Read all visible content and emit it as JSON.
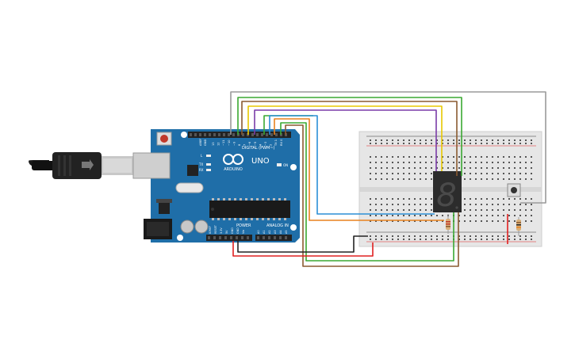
{
  "arduino": {
    "brand": "ARDUINO",
    "model": "UNO",
    "digital_label": "DIGITAL (PWM~)",
    "power_label": "POWER",
    "analog_label": "ANALOG IN",
    "on_label": "ON",
    "tx_label": "TX",
    "rx_label": "RX",
    "l_label": "L",
    "aref_label": "AREF",
    "gnd_label": "GND",
    "ioref_label": "IOREF",
    "reset_label": "RESET",
    "v33_label": "3.3V",
    "v5_label": "5V",
    "vin_label": "Vin",
    "analog_pins": [
      "A0",
      "A1",
      "A2",
      "A3",
      "A4",
      "A5"
    ],
    "digital_pins": [
      "13",
      "12",
      "~11",
      "~10",
      "~9",
      "8",
      "7",
      "~6",
      "~5",
      "4",
      "~3",
      "2",
      "TX 1",
      "RX 0"
    ]
  },
  "seven_segment": {
    "digit": "8"
  },
  "colors": {
    "board_blue": "#1f6ea8",
    "breadboard": "#e6e6e6",
    "wire_red": "#e02020",
    "wire_black": "#222222",
    "wire_green": "#3aa832",
    "wire_yellow": "#e8c800",
    "wire_purple": "#7a3ca8",
    "wire_orange": "#e8821e",
    "wire_blue": "#2b8fd6",
    "wire_brown": "#8a5a30",
    "wire_gray": "#9a9a9a"
  }
}
